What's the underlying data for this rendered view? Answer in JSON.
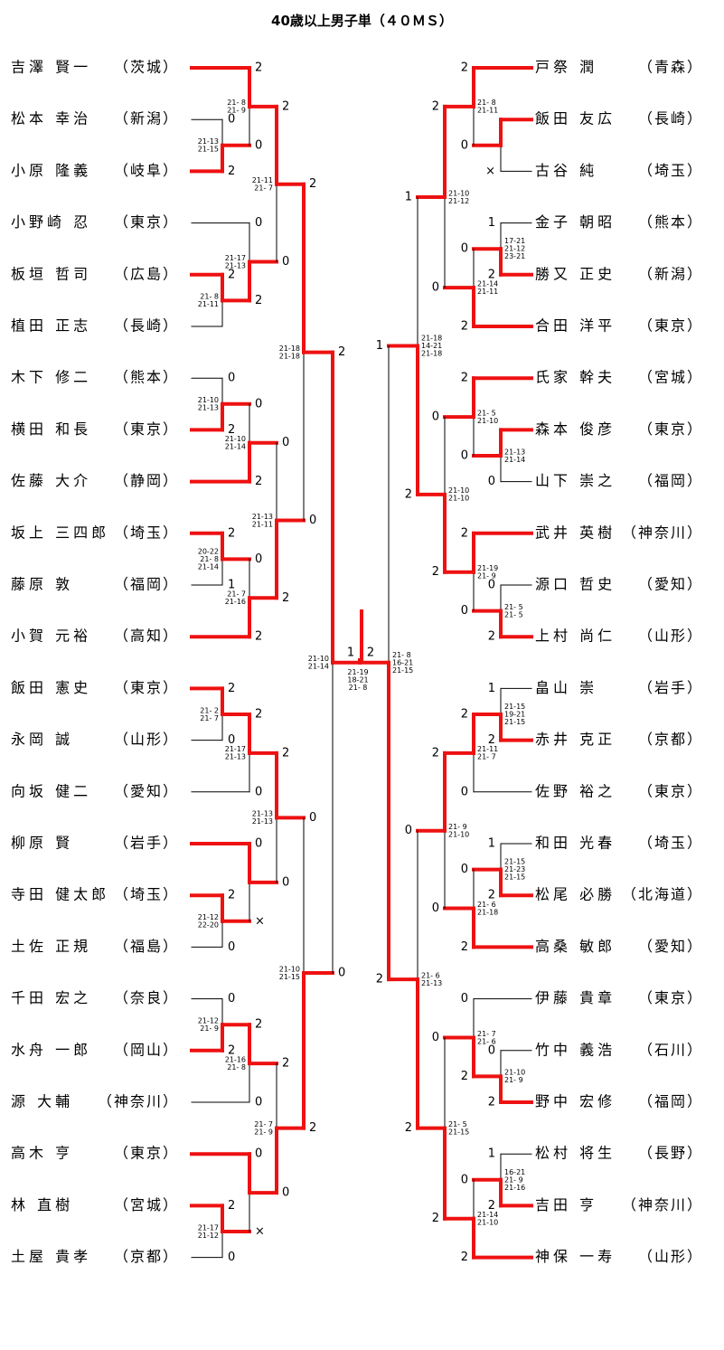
{
  "title": "40歳以上男子単（４０ＭＳ）",
  "colors": {
    "win": "#ee1111",
    "line": "#000000"
  },
  "left_players": [
    {
      "name": "吉澤 賢一",
      "pref": "（茨城）"
    },
    {
      "name": "松本 幸治",
      "pref": "（新潟）"
    },
    {
      "name": "小原 隆義",
      "pref": "（岐阜）"
    },
    {
      "name": "小野崎 忍",
      "pref": "（東京）"
    },
    {
      "name": "板垣 哲司",
      "pref": "（広島）"
    },
    {
      "name": "植田 正志",
      "pref": "（長崎）"
    },
    {
      "name": "木下 修二",
      "pref": "（熊本）"
    },
    {
      "name": "横田 和長",
      "pref": "（東京）"
    },
    {
      "name": "佐藤 大介",
      "pref": "（静岡）"
    },
    {
      "name": "坂上 三四郎",
      "pref": "（埼玉）"
    },
    {
      "name": "藤原 敦",
      "pref": "（福岡）"
    },
    {
      "name": "小賀 元裕",
      "pref": "（高知）"
    },
    {
      "name": "飯田 憲史",
      "pref": "（東京）"
    },
    {
      "name": "永岡 誠",
      "pref": "（山形）"
    },
    {
      "name": "向坂 健二",
      "pref": "（愛知）"
    },
    {
      "name": "柳原 賢",
      "pref": "（岩手）"
    },
    {
      "name": "寺田 健太郎",
      "pref": "（埼玉）"
    },
    {
      "name": "土佐 正規",
      "pref": "（福島）"
    },
    {
      "name": "千田 宏之",
      "pref": "（奈良）"
    },
    {
      "name": "水舟 一郎",
      "pref": "（岡山）"
    },
    {
      "name": "源 大輔",
      "pref": "（神奈川）"
    },
    {
      "name": "高木 亨",
      "pref": "（東京）"
    },
    {
      "name": "林 直樹",
      "pref": "（宮城）"
    },
    {
      "name": "土屋 貴孝",
      "pref": "（京都）"
    }
  ],
  "right_players": [
    {
      "name": "戸祭 潤",
      "pref": "（青森）"
    },
    {
      "name": "飯田 友広",
      "pref": "（長崎）"
    },
    {
      "name": "古谷 純",
      "pref": "（埼玉）"
    },
    {
      "name": "金子 朝昭",
      "pref": "（熊本）"
    },
    {
      "name": "勝又 正史",
      "pref": "（新潟）"
    },
    {
      "name": "合田 洋平",
      "pref": "（東京）"
    },
    {
      "name": "氏家 幹夫",
      "pref": "（宮城）"
    },
    {
      "name": "森本 俊彦",
      "pref": "（東京）"
    },
    {
      "name": "山下 崇之",
      "pref": "（福岡）"
    },
    {
      "name": "武井 英樹",
      "pref": "（神奈川）"
    },
    {
      "name": "源口 哲史",
      "pref": "（愛知）"
    },
    {
      "name": "上村 尚仁",
      "pref": "（山形）"
    },
    {
      "name": "畠山 崇",
      "pref": "（岩手）"
    },
    {
      "name": "赤井 克正",
      "pref": "（京都）"
    },
    {
      "name": "佐野 裕之",
      "pref": "（東京）"
    },
    {
      "name": "和田 光春",
      "pref": "（埼玉）"
    },
    {
      "name": "松尾 必勝",
      "pref": "（北海道）"
    },
    {
      "name": "高桑 敏郎",
      "pref": "（愛知）"
    },
    {
      "name": "伊藤 貴章",
      "pref": "（東京）"
    },
    {
      "name": "竹中 義浩",
      "pref": "（石川）"
    },
    {
      "name": "野中 宏修",
      "pref": "（福岡）"
    },
    {
      "name": "松村 将生",
      "pref": "（長野）"
    },
    {
      "name": "吉田 亨",
      "pref": "（神奈川）"
    },
    {
      "name": "神保 一寿",
      "pref": "（山形）"
    }
  ],
  "left_r1": [
    {
      "top": "0",
      "bot": "2",
      "topWin": false,
      "score": [
        "21-13",
        "21-15"
      ]
    },
    {
      "top": "2",
      "bot": "",
      "topWin": true,
      "score": [
        "21- 8",
        "21-11"
      ]
    },
    {
      "top": "0",
      "bot": "2",
      "topWin": false,
      "score": [
        "21-10",
        "21-13"
      ]
    },
    {
      "top": "2",
      "bot": "1",
      "topWin": true,
      "score": [
        "20-22",
        "21- 8",
        "21-14"
      ]
    },
    {
      "top": "2",
      "bot": "0",
      "topWin": true,
      "score": [
        "21- 2",
        "21- 7"
      ]
    },
    {
      "top": "2",
      "bot": "0",
      "topWin": true,
      "score": [
        "21-12",
        "22-20"
      ]
    },
    {
      "top": "0",
      "bot": "2",
      "topWin": false,
      "score": [
        "21-12",
        "21- 9"
      ]
    },
    {
      "top": "2",
      "bot": "0",
      "topWin": true,
      "score": [
        "21-17",
        "21-12"
      ]
    }
  ],
  "left_r2": [
    {
      "top": "2",
      "bot": "0",
      "topWin": true,
      "score": [
        "21- 8",
        "21- 9"
      ]
    },
    {
      "top": "0",
      "bot": "2",
      "topWin": false,
      "score": [
        "21-17",
        "21-13"
      ]
    },
    {
      "top": "0",
      "bot": "2",
      "topWin": false,
      "score": [
        "21-10",
        "21-14"
      ]
    },
    {
      "top": "0",
      "bot": "2",
      "topWin": false,
      "score": [
        "21- 7",
        "21-16"
      ]
    },
    {
      "top": "2",
      "bot": "0",
      "topWin": true,
      "score": [
        "21-17",
        "21-13"
      ]
    },
    {
      "top": "0",
      "bot": "×",
      "topWin": true,
      "score": []
    },
    {
      "top": "2",
      "bot": "0",
      "topWin": true,
      "score": [
        "21-16",
        "21- 8"
      ]
    },
    {
      "top": "0",
      "bot": "×",
      "topWin": true,
      "score": []
    }
  ],
  "left_r3": [
    {
      "top": "2",
      "bot": "0",
      "topWin": true,
      "score": [
        "21-11",
        "21- 7"
      ]
    },
    {
      "top": "0",
      "bot": "2",
      "topWin": false,
      "score": [
        "21-13",
        "21-11"
      ]
    },
    {
      "top": "2",
      "bot": "0",
      "topWin": true,
      "score": [
        "21-13",
        "21-13"
      ]
    },
    {
      "top": "2",
      "bot": "0",
      "topWin": false,
      "score": [
        "21- 7",
        "21- 9"
      ]
    }
  ],
  "left_r4": [
    {
      "top": "2",
      "bot": "0",
      "topWin": true,
      "score": [
        "21-18",
        "21-18"
      ]
    },
    {
      "top": "0",
      "bot": "2",
      "topWin": false,
      "score": [
        "21-10",
        "21-15"
      ]
    }
  ],
  "left_sf": {
    "top": "2",
    "bot": "0",
    "topWin": true,
    "score": [
      "21-10",
      "21-14"
    ]
  },
  "right_r1": [
    {
      "top": "",
      "bot": "×",
      "topWin": true,
      "score": []
    },
    {
      "top": "1",
      "bot": "2",
      "topWin": false,
      "score": [
        "17-21",
        "21-12",
        "23-21"
      ]
    },
    {
      "top": "",
      "bot": "0",
      "topWin": true,
      "score": [
        "21-13",
        "21-14"
      ]
    },
    {
      "top": "0",
      "bot": "2",
      "topWin": false,
      "score": [
        "21- 5",
        "21- 5"
      ]
    },
    {
      "top": "1",
      "bot": "2",
      "topWin": false,
      "score": [
        "21-15",
        "19-21",
        "21-15"
      ]
    },
    {
      "top": "1",
      "bot": "2",
      "topWin": false,
      "score": [
        "21-15",
        "21-23",
        "21-15"
      ]
    },
    {
      "top": "0",
      "bot": "2",
      "topWin": false,
      "score": [
        "21-10",
        "21- 9"
      ]
    },
    {
      "top": "1",
      "bot": "2",
      "topWin": false,
      "score": [
        "16-21",
        "21- 9",
        "21-16"
      ]
    }
  ],
  "right_r2": [
    {
      "top": "2",
      "bot": "0",
      "topWin": true,
      "score": [
        "21- 8",
        "21-11"
      ]
    },
    {
      "top": "0",
      "bot": "2",
      "topWin": false,
      "score": [
        "21-14",
        "21-11"
      ]
    },
    {
      "top": "2",
      "bot": "0",
      "topWin": true,
      "score": [
        "21- 5",
        "21-10"
      ]
    },
    {
      "top": "2",
      "bot": "0",
      "topWin": true,
      "score": [
        "21-19",
        "21- 9"
      ]
    },
    {
      "top": "2",
      "bot": "0",
      "topWin": true,
      "score": [
        "21-11",
        "21- 7"
      ]
    },
    {
      "top": "0",
      "bot": "2",
      "topWin": false,
      "score": [
        "21- 6",
        "21-18"
      ]
    },
    {
      "top": "0",
      "bot": "2",
      "topWin": false,
      "score": [
        "21- 7",
        "21- 6"
      ]
    },
    {
      "top": "0",
      "bot": "2",
      "topWin": false,
      "score": [
        "21-14",
        "21-10"
      ]
    }
  ],
  "right_r3": [
    {
      "top": "2",
      "bot": "0",
      "topWin": true,
      "score": [
        "21-10",
        "21-12"
      ]
    },
    {
      "top": "0",
      "bot": "2",
      "topWin": false,
      "score": [
        "21-10",
        "21-10"
      ]
    },
    {
      "top": "2",
      "bot": "0",
      "topWin": true,
      "score": [
        "21- 9",
        "21-10"
      ]
    },
    {
      "top": "0",
      "bot": "2",
      "topWin": false,
      "score": [
        "21- 5",
        "21-15"
      ]
    }
  ],
  "right_r4": [
    {
      "top": "1",
      "bot": "2",
      "topWin": false,
      "score": [
        "21-18",
        "14-21",
        "21-18"
      ]
    },
    {
      "top": "0",
      "bot": "2",
      "topWin": false,
      "score": [
        "21- 6",
        "21-13"
      ]
    }
  ],
  "right_sf": {
    "top": "1",
    "bot": "2",
    "topWin": false,
    "score": [
      "21- 8",
      "16-21",
      "21-15"
    ]
  },
  "final": {
    "left": "1",
    "right": "2",
    "score": [
      "21-19",
      "18-21",
      "21- 8"
    ]
  }
}
